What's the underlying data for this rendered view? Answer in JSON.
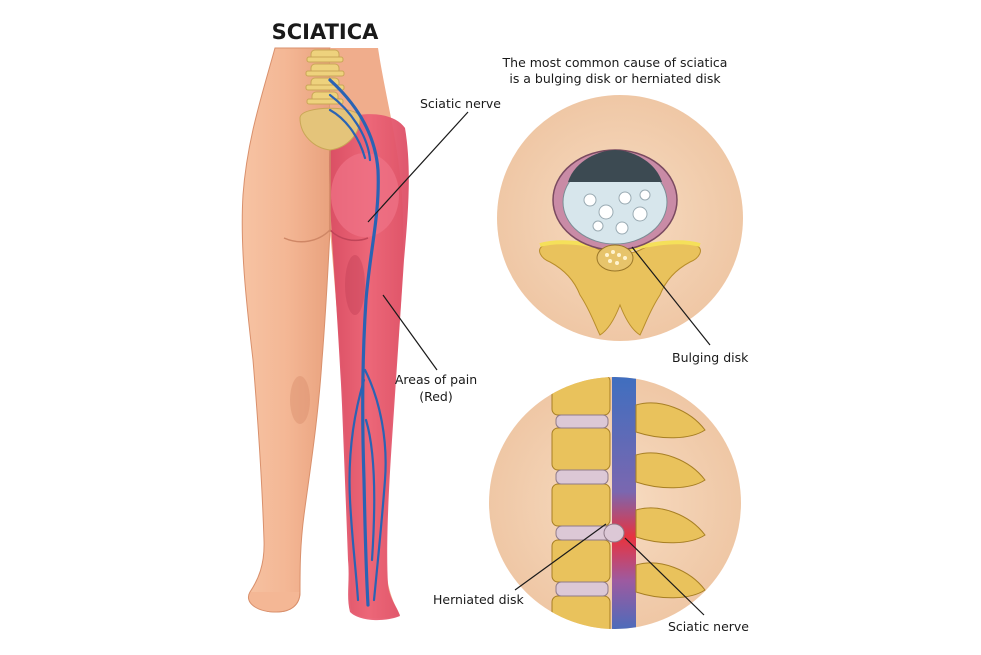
{
  "title": "SCIATICA",
  "caption": {
    "line1": "The most common cause of sciatica",
    "line2": "is a bulging disk or herniated disk"
  },
  "labels": {
    "sciatic_nerve_top": "Sciatic nerve",
    "areas_of_pain_line1": "Areas of pain",
    "areas_of_pain_line2": "(Red)",
    "bulging_disk": "Bulging disk",
    "herniated_disk": "Herniated disk",
    "sciatic_nerve_bottom": "Sciatic nerve"
  },
  "colors": {
    "skin": "#f4b795",
    "pain": "#e85a6e",
    "nerve": "#2a63b4",
    "bone": "#e9c25c",
    "circle_bg": "#f3d2b4"
  }
}
